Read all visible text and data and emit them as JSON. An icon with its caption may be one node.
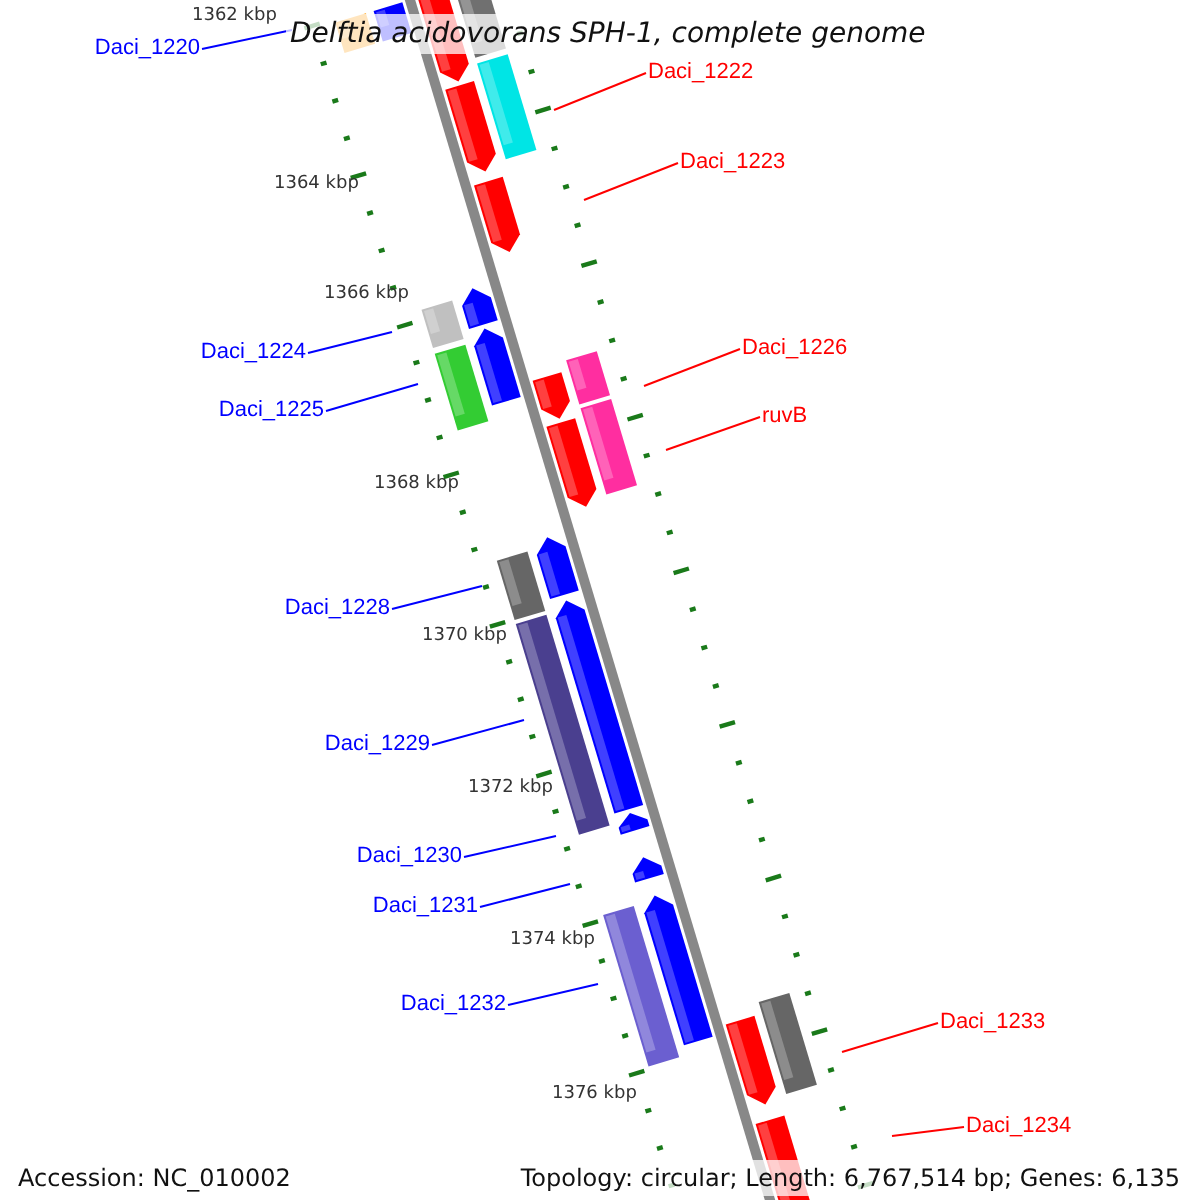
{
  "diagram": {
    "title": "Delftia acidovorans SPH-1, complete genome",
    "nodes": [
      {
        "text": [
          "Daci_1220"
        ]
      },
      {
        "text": [
          "Daci_1222"
        ]
      },
      {
        "text": [
          "Daci_1223"
        ]
      },
      {
        "text": [
          "Daci_1224"
        ]
      },
      {
        "text": [
          "Daci_1225"
        ]
      },
      {
        "text": [
          "Daci_1226"
        ]
      },
      {
        "text": [
          "ruvB"
        ]
      },
      {
        "text": [
          "Daci_1228"
        ]
      },
      {
        "text": [
          "Daci_1229"
        ]
      },
      {
        "text": [
          "Daci_1230"
        ]
      },
      {
        "text": [
          "Daci_1231"
        ]
      },
      {
        "text": [
          "Daci_1232"
        ]
      },
      {
        "text": [
          "Daci_1233"
        ]
      },
      {
        "text": [
          "Daci_1234"
        ]
      }
    ],
    "edges": [
      {
        "from": 0,
        "to": null,
        "arrow": "none"
      },
      {
        "from": 1,
        "to": null,
        "arrow": "none",
        "color": "#ff0000"
      },
      {
        "from": 2,
        "to": null,
        "arrow": "none",
        "color": "#ff0000"
      },
      {
        "from": 3,
        "to": null,
        "arrow": "none"
      },
      {
        "from": 4,
        "to": null,
        "arrow": "none"
      },
      {
        "from": 5,
        "to": null,
        "arrow": "none",
        "color": "#ff0000"
      },
      {
        "from": 6,
        "to": null,
        "arrow": "none",
        "color": "#ff0000"
      },
      {
        "from": 7,
        "to": null,
        "arrow": "none"
      },
      {
        "from": 8,
        "to": null,
        "arrow": "none"
      },
      {
        "from": 9,
        "to": null,
        "arrow": "none"
      },
      {
        "from": 10,
        "to": null,
        "arrow": "none"
      },
      {
        "from": 11,
        "to": null,
        "arrow": "none"
      },
      {
        "from": 12,
        "to": null,
        "arrow": "none",
        "color": "#ff0000"
      },
      {
        "from": 13,
        "to": null,
        "arrow": "none",
        "color": "#ff0000"
      }
    ],
    "labels": [
      "1362 kbp",
      "1364 kbp",
      "1366 kbp",
      "1368 kbp",
      "1370 kbp",
      "1372 kbp",
      "1374 kbp",
      "1376 kbp",
      "Accession: NC_010002",
      "Topology: circular; Length: 6,767,514 bp; Genes: 6,135"
    ]
  }
}
